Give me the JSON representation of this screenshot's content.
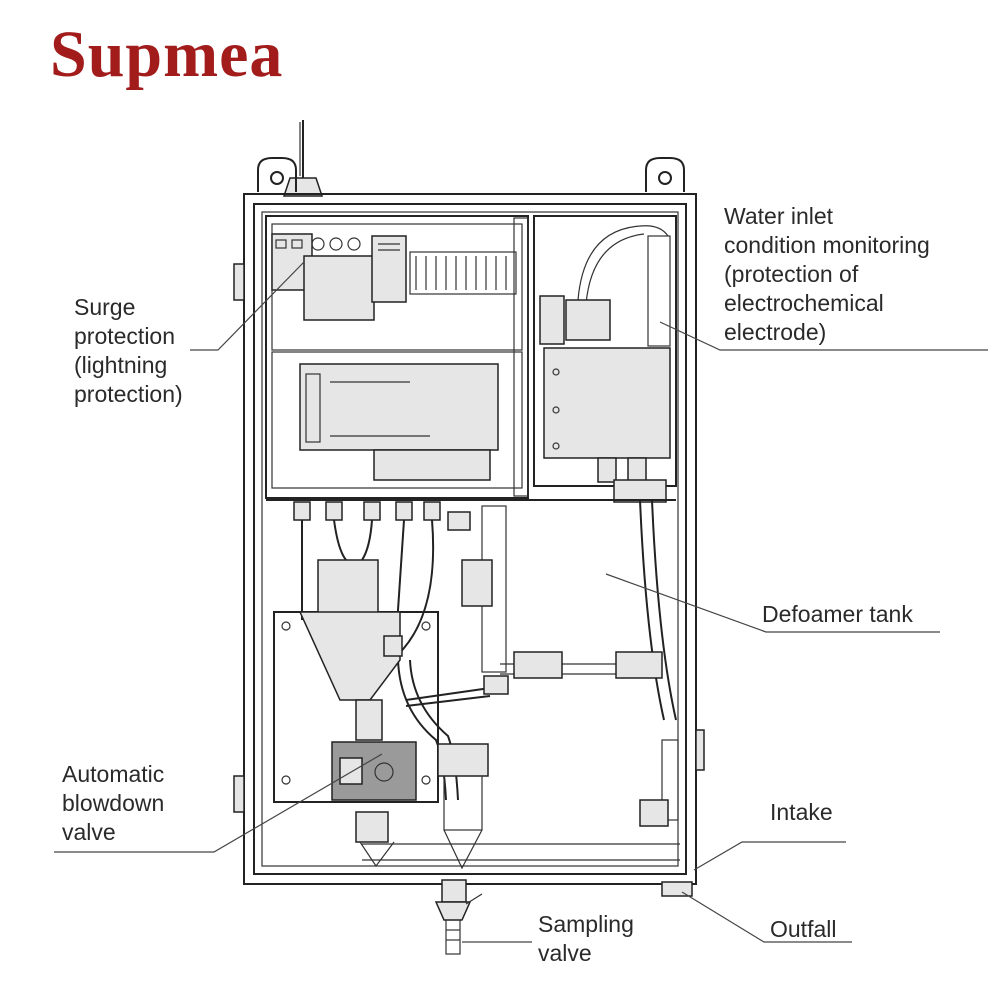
{
  "brand": {
    "name": "Supmea",
    "color": "#a31c1c"
  },
  "labels": {
    "surge": "Surge\nprotection\n(lightning\nprotection)",
    "water_inlet": "Water inlet\ncondition monitoring\n(protection of\nelectrochemical\nelectrode)",
    "defoamer": "Defoamer tank",
    "blowdown": "Automatic\nblowdown\nvalve",
    "intake": "Intake",
    "outfall": "Outfall",
    "sampling": "Sampling\nvalve"
  }
}
